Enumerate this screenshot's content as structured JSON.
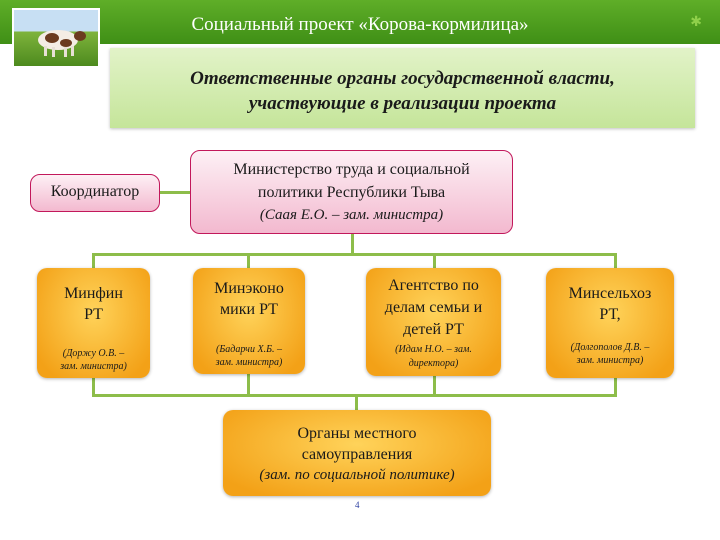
{
  "header": {
    "project_title": "Социальный проект «Корова-кормилица»"
  },
  "banner": {
    "line1": "Ответственные органы государственной власти,",
    "line2": "участвующие в реализации проекта"
  },
  "coordinator": {
    "label": "Координатор"
  },
  "ministry": {
    "line1": "Министерство труда и социальной",
    "line2": "политики Республики Тыва",
    "line3": "(Саая Е.О. – зам. министра)"
  },
  "orgs": [
    {
      "line1": "Минфин",
      "line2": "РТ",
      "sub1": "(Доржу О.В. –",
      "sub2": "зам. министра)"
    },
    {
      "line1": "Минэконо",
      "line2": "мики РТ",
      "sub1": "(Бадарчи Х.Б. –",
      "sub2": "зам. министра)"
    },
    {
      "line1": "Агентство по",
      "line2": "делам семьи и",
      "line3": "детей РТ",
      "sub1": "(Идам Н.О. – зам.",
      "sub2": "директора)"
    },
    {
      "line1": "Минсельхоз",
      "line2": "РТ,",
      "sub1": "(Долгополов Д.В. –",
      "sub2": "зам. министра)"
    }
  ],
  "local": {
    "line1": "Органы местного",
    "line2": "самоуправления",
    "line3": "(зам. по социальной политике)"
  },
  "page_number": "4",
  "colors": {
    "header_green": "#4f9e1f",
    "pink_border": "#c2185b",
    "gold": "#f3a117",
    "connector": "#8dbd4a"
  }
}
